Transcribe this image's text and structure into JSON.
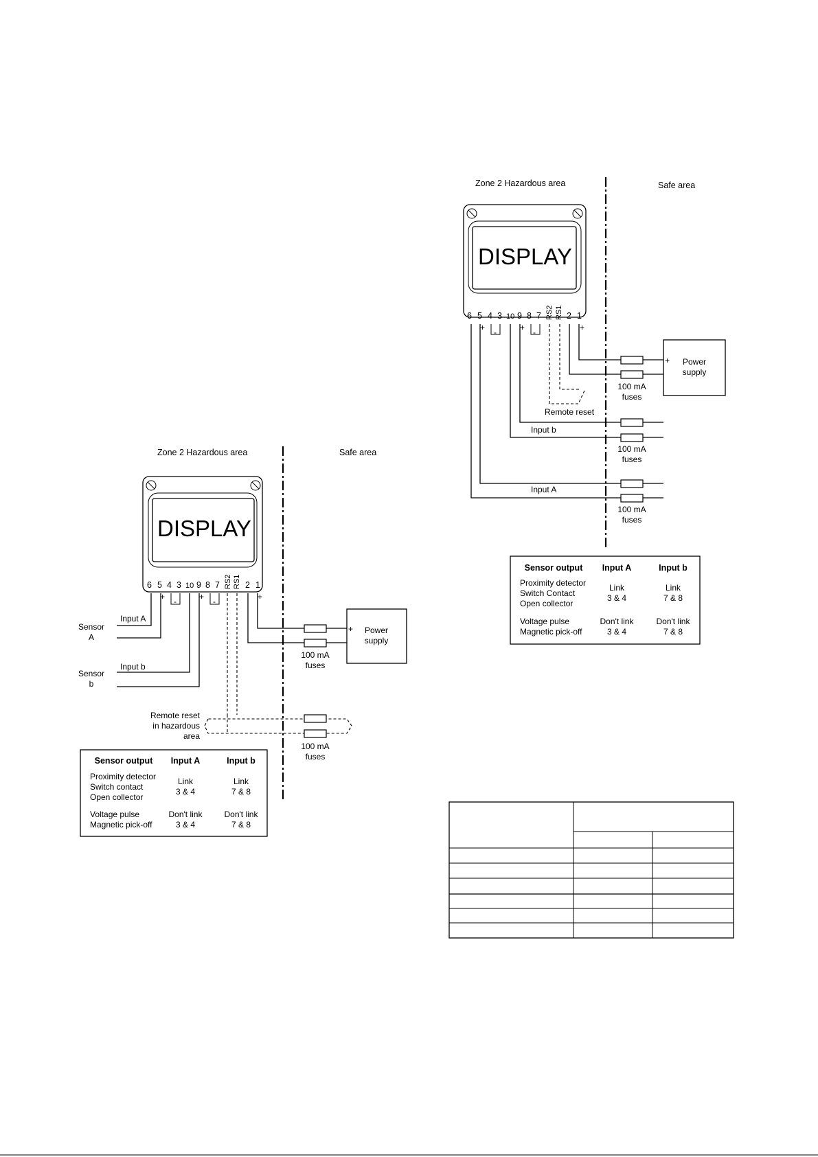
{
  "diagram_left": {
    "zone_label": "Zone 2 Hazardous area",
    "safe_label": "Safe area",
    "display_text": "DISPLAY",
    "terminals": [
      "6",
      "5",
      "4",
      "3",
      "10",
      "9",
      "8",
      "7",
      "RS2",
      "RS1",
      "2",
      "1"
    ],
    "plus": "+",
    "minus": "-",
    "sensor_a": [
      "Sensor",
      "A"
    ],
    "sensor_b": [
      "Sensor",
      "b"
    ],
    "input_a": "Input A",
    "input_b": "Input b",
    "power_supply": [
      "Power",
      "supply"
    ],
    "fuses": [
      "100 mA",
      "fuses"
    ],
    "remote_reset": [
      "Remote reset",
      "in hazardous",
      "area"
    ],
    "table": {
      "headers": [
        "Sensor output",
        "Input A",
        "Input b"
      ],
      "rows": [
        {
          "sensor": [
            "Proximity detector",
            "Switch contact",
            "Open collector"
          ],
          "a": [
            "Link",
            "3 & 4"
          ],
          "b": [
            "Link",
            "7 & 8"
          ]
        },
        {
          "sensor": [
            "Voltage pulse",
            "Magnetic pick-off"
          ],
          "a": [
            "Don't link",
            "3 & 4"
          ],
          "b": [
            "Don't link",
            "7 & 8"
          ]
        }
      ]
    }
  },
  "diagram_right": {
    "zone_label": "Zone 2 Hazardous area",
    "safe_label": "Safe area",
    "display_text": "DISPLAY",
    "terminals": [
      "6",
      "5",
      "4",
      "3",
      "10",
      "9",
      "8",
      "7",
      "RS2",
      "RS1",
      "2",
      "1"
    ],
    "plus": "+",
    "minus": "-",
    "power_supply": [
      "Power",
      "supply"
    ],
    "fuses": [
      "100 mA",
      "fuses"
    ],
    "remote_reset": "Remote reset",
    "input_a": "Input A",
    "input_b": "Input b",
    "table": {
      "headers": [
        "Sensor output",
        "Input A",
        "Input b"
      ],
      "rows": [
        {
          "sensor": [
            "Proximity detector",
            "Switch Contact",
            "Open collector"
          ],
          "a": [
            "Link",
            "3 & 4"
          ],
          "b": [
            "Link",
            "7 & 8"
          ]
        },
        {
          "sensor": [
            "Voltage pulse",
            "Magnetic pick-off"
          ],
          "a": [
            "Don't link",
            "3 & 4"
          ],
          "b": [
            "Don't link",
            "7 & 8"
          ]
        }
      ]
    }
  },
  "empty_table": {
    "rows": 6,
    "columns": 3
  }
}
